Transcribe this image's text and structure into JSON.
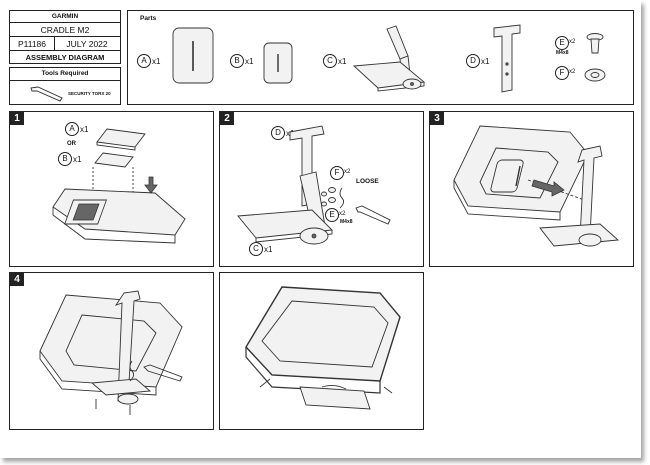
{
  "title_block": {
    "brand": "GARMIN",
    "product": "CRADLE M2",
    "part_number": "P11186",
    "date": "JULY 2022",
    "doc_type": "ASSEMBLY DIAGRAM"
  },
  "tools": {
    "heading": "Tools Required",
    "tool_label": "SECURITY TORX 20"
  },
  "parts": {
    "heading": "Parts",
    "items": [
      {
        "letter": "A",
        "qty": "x1"
      },
      {
        "letter": "B",
        "qty": "x1"
      },
      {
        "letter": "C",
        "qty": "x1"
      },
      {
        "letter": "D",
        "qty": "x1"
      },
      {
        "letter": "E",
        "qty": "x2",
        "spec": "M4x8"
      },
      {
        "letter": "F",
        "qty": "x2"
      }
    ]
  },
  "steps": [
    {
      "number": "1",
      "callouts": [
        {
          "letter": "A",
          "qty": "x1"
        },
        {
          "letter": "B",
          "qty": "x1"
        }
      ],
      "or_text": "OR"
    },
    {
      "number": "2",
      "callouts": [
        {
          "letter": "D",
          "qty": "x1"
        },
        {
          "letter": "F",
          "qty": "x2"
        },
        {
          "letter": "E",
          "qty": "x2",
          "spec": "M4x8"
        },
        {
          "letter": "C",
          "qty": "x1"
        }
      ],
      "note": "LOOSE"
    },
    {
      "number": "3"
    },
    {
      "number": "4"
    },
    {
      "number": ""
    }
  ]
}
